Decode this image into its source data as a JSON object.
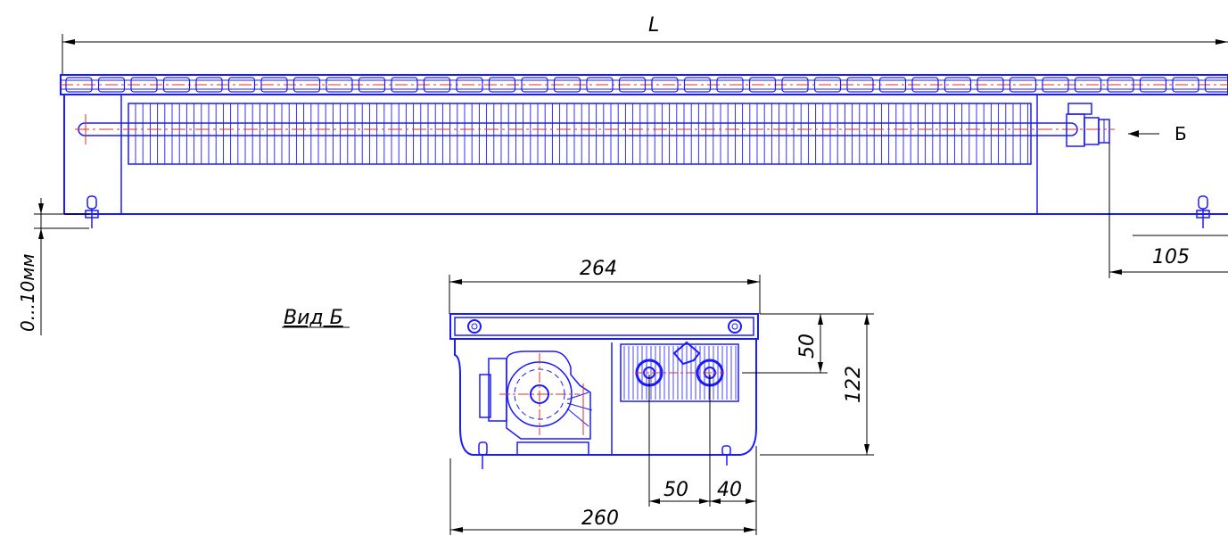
{
  "labels": {
    "length": "L",
    "view_marker": "Б",
    "view_title": "Вид Б",
    "clearance": "0...10мм",
    "offset_105": "105",
    "width_264": "264",
    "width_260": "260",
    "height_122": "122",
    "height_50": "50",
    "spacing_50": "50",
    "spacing_40": "40"
  },
  "colors": {
    "outline": "#1a1aff",
    "centerline": "#e03020",
    "dimension": "#000000",
    "background": "#ffffff"
  }
}
